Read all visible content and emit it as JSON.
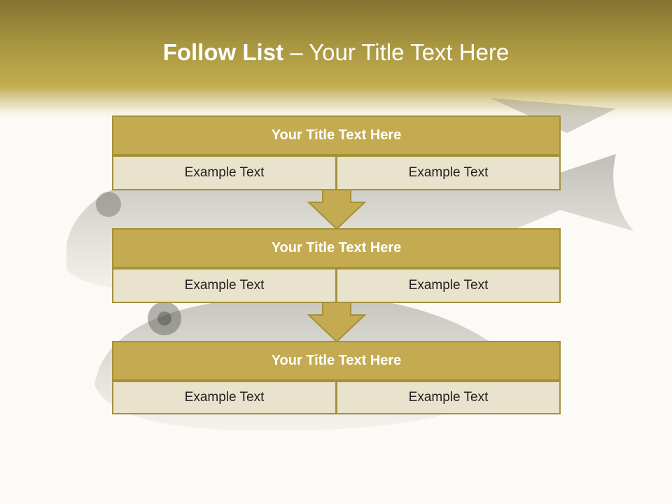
{
  "slide": {
    "title_bold": "Follow List",
    "title_rest": " – Your Title Text Here",
    "blocks": [
      {
        "title": "Your Title Text Here",
        "cells": [
          "Example Text",
          "Example Text"
        ]
      },
      {
        "title": "Your Title Text Here",
        "cells": [
          "Example Text",
          "Example Text"
        ]
      },
      {
        "title": "Your Title Text Here",
        "cells": [
          "Example Text",
          "Example Text"
        ]
      }
    ]
  },
  "colors": {
    "header_dark": "#847331",
    "header_gold": "#c3ad4f",
    "block_title_fill": "#c4ab51",
    "cell_fill": "#e9e2cc",
    "border": "#a59138",
    "background": "#fbfaf6"
  },
  "icons": {
    "connector": "down-arrow-icon",
    "background": "fish-photo"
  }
}
